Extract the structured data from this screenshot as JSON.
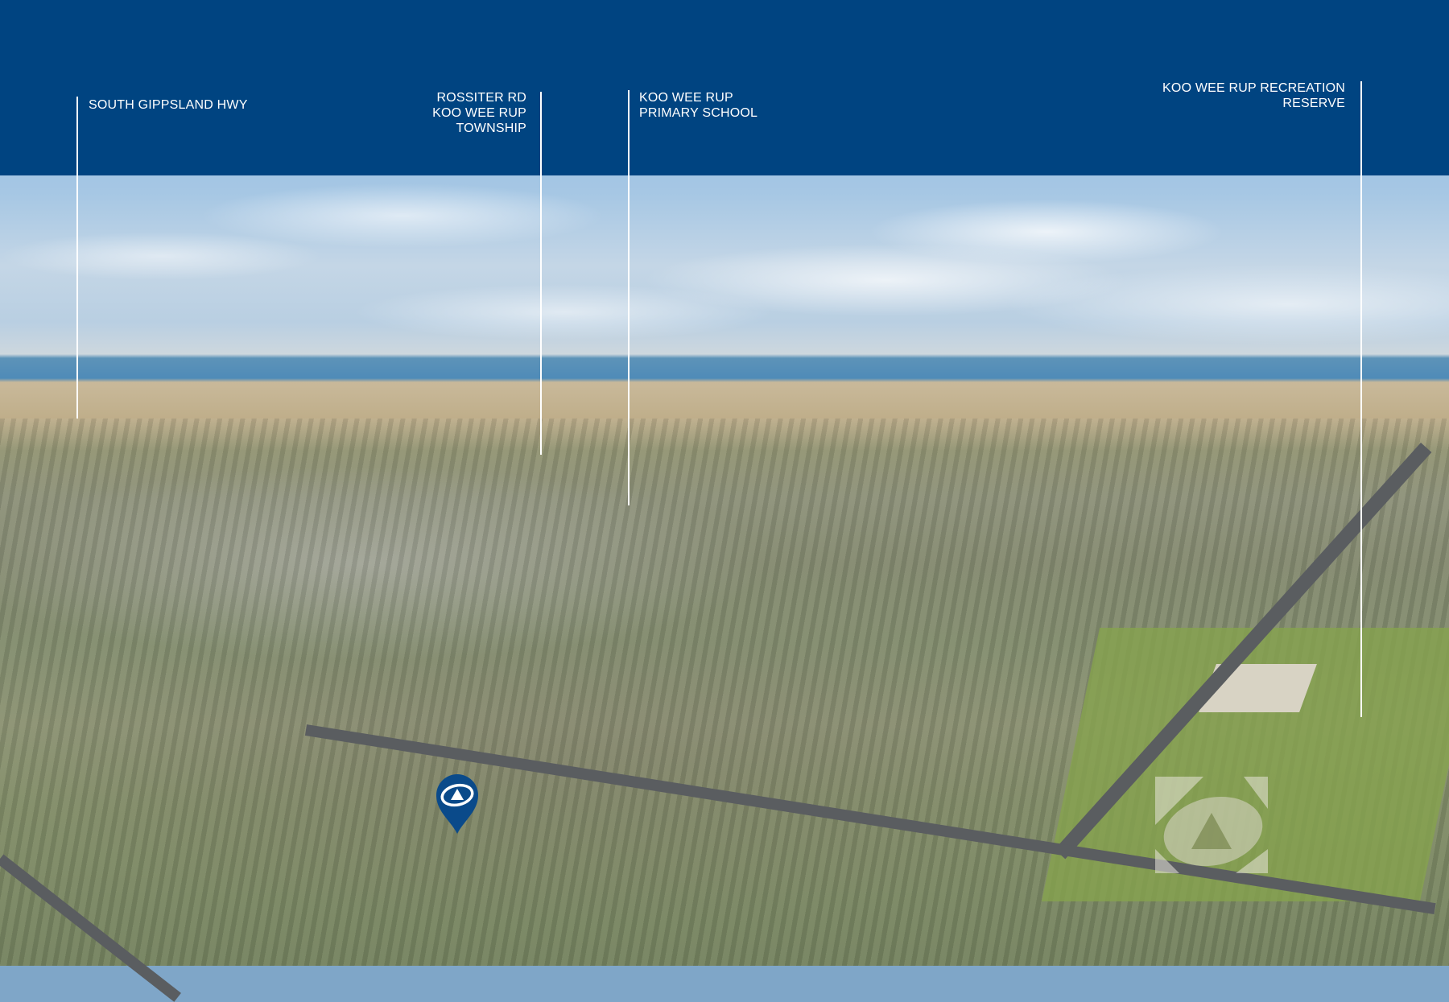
{
  "header_band": {
    "color": "#004481"
  },
  "labels": [
    {
      "id": "south-gippsland-hwy",
      "lines": [
        "SOUTH GIPPSLAND HWY"
      ]
    },
    {
      "id": "rossiter-rd",
      "lines": [
        "ROSSITER RD",
        "KOO WEE RUP",
        "TOWNSHIP"
      ]
    },
    {
      "id": "primary-school",
      "lines": [
        "KOO WEE RUP",
        "PRIMARY SCHOOL"
      ]
    },
    {
      "id": "recreation-reserve",
      "lines": [
        "KOO WEE RUP RECREATION",
        "RESERVE"
      ]
    }
  ],
  "markers": {
    "property_pin": {
      "icon": "location-pin-icon",
      "color": "#0a4a8a"
    },
    "watermark": {
      "icon": "brand-logo-icon"
    }
  }
}
